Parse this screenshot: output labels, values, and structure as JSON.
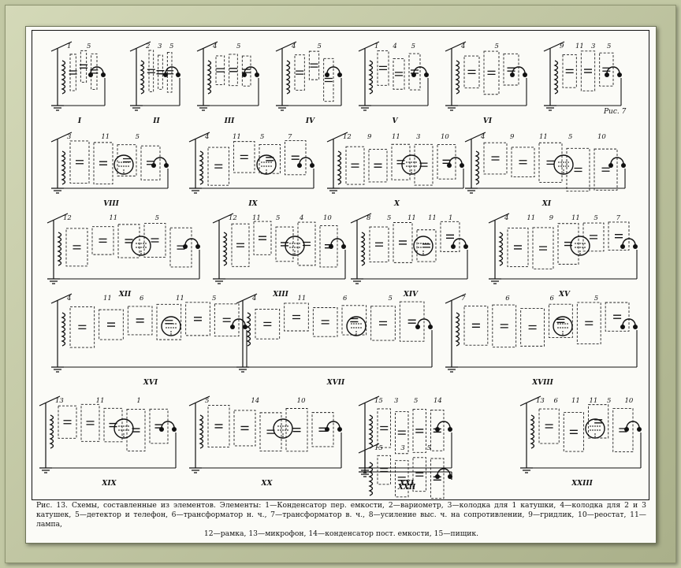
{
  "caption": {
    "line1": "Рис. 13. Схемы, составленные из элементов. Элементы: 1—Конденсатор пер. емкости, 2—вариометр, 3—колодка для 1 катушки, 4—колодка для 2 и 3 катушек, 5—детектор и телефон, 6—трансформатор н. ч., 7—трансформатор в. ч., 8—усиление выс. ч. на сопротивлении, 9—гридлик, 10—реостат, 11—лампа,",
    "line2": "12—рамка, 13—микрофон, 14—конденсатор пост. емкости, 15—пищик."
  },
  "figure_label": "Рис. 7",
  "schemes": [
    {
      "roman": "I",
      "nums": [
        "1",
        "5"
      ]
    },
    {
      "roman": "II",
      "nums": [
        "2",
        "3",
        "5"
      ]
    },
    {
      "roman": "III",
      "nums": [
        "4",
        "5"
      ]
    },
    {
      "roman": "IV",
      "nums": [
        "4",
        "5"
      ]
    },
    {
      "roman": "V",
      "nums": [
        "1",
        "4",
        "5"
      ]
    },
    {
      "roman": "VI",
      "nums": [
        "4",
        "5"
      ]
    },
    {
      "roman": "",
      "nums": [
        "9",
        "11",
        "3",
        "5"
      ]
    },
    {
      "roman": "VIII",
      "nums": [
        "3",
        "11",
        "5"
      ]
    },
    {
      "roman": "IX",
      "nums": [
        "4",
        "11",
        "5",
        "7"
      ]
    },
    {
      "roman": "X",
      "nums": [
        "12",
        "9",
        "11",
        "3",
        "10"
      ]
    },
    {
      "roman": "XI",
      "nums": [
        "4",
        "9",
        "11",
        "5",
        "10"
      ]
    },
    {
      "roman": "XII",
      "nums": [
        "12",
        "11",
        "5"
      ]
    },
    {
      "roman": "XIII",
      "nums": [
        "12",
        "11",
        "5",
        "4",
        "10"
      ]
    },
    {
      "roman": "XIV",
      "nums": [
        "8",
        "5",
        "11",
        "11",
        "1"
      ]
    },
    {
      "roman": "XV",
      "nums": [
        "4",
        "11",
        "9",
        "11",
        "5",
        "7"
      ]
    },
    {
      "roman": "XVI",
      "nums": [
        "4",
        "11",
        "6",
        "11",
        "5"
      ]
    },
    {
      "roman": "XVII",
      "nums": [
        "4",
        "11",
        "6",
        "5"
      ]
    },
    {
      "roman": "XVIII",
      "nums": [
        "7",
        "6",
        "6",
        "5"
      ]
    },
    {
      "roman": "XIX",
      "nums": [
        "13",
        "11",
        "1"
      ]
    },
    {
      "roman": "XX",
      "nums": [
        "5",
        "14",
        "10"
      ]
    },
    {
      "roman": "XXI",
      "nums": [
        "15",
        "3",
        "5",
        "14"
      ]
    },
    {
      "roman": "XXII",
      "nums": [
        "15",
        "3",
        "5"
      ]
    },
    {
      "roman": "XXIII",
      "nums": [
        "13",
        "6",
        "11",
        "11",
        "5",
        "10"
      ]
    }
  ]
}
